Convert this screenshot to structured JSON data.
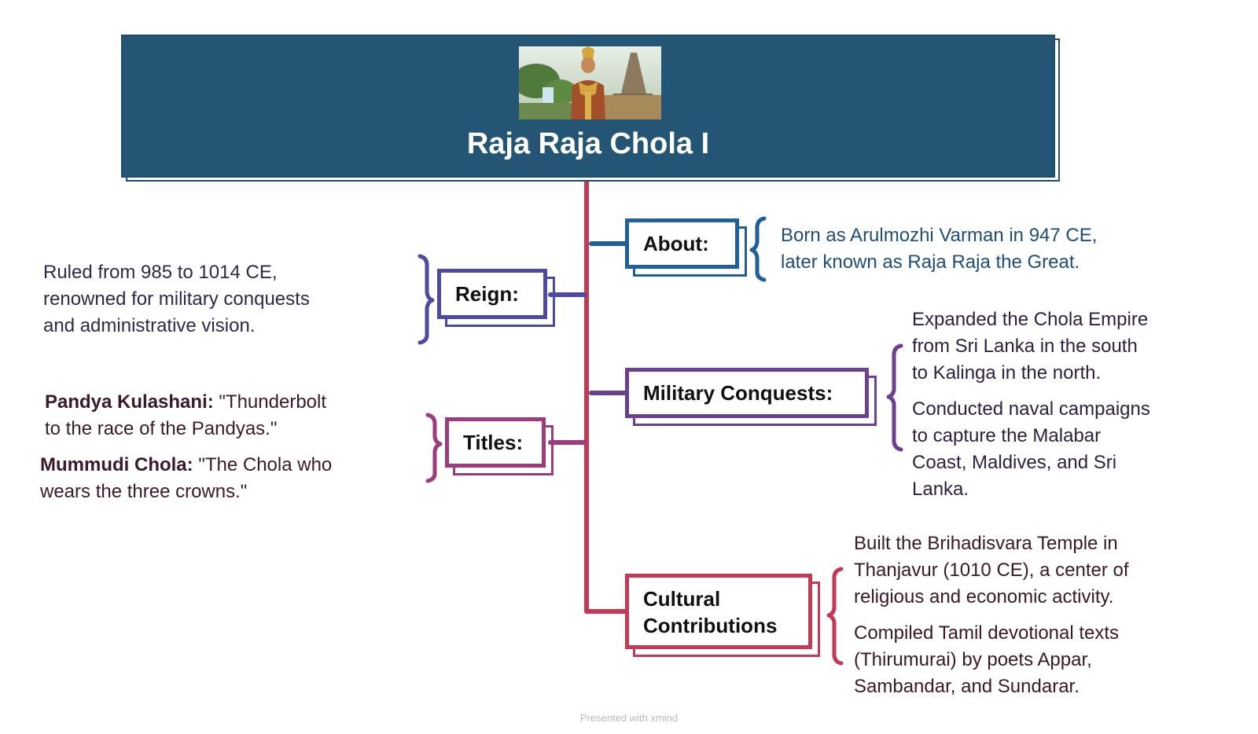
{
  "title": "Raja Raja Chola I",
  "colors": {
    "banner": "#245574",
    "trunk": "#c23a55",
    "about": "#1f5f9a",
    "reign": "#4d4aa0",
    "military": "#6c3f8f",
    "titles": "#9c3c7d",
    "cultural": "#c23a55"
  },
  "topics": {
    "about": {
      "label": "About:",
      "lines": [
        "Born as Arulmozhi Varman in 947 CE,",
        "later known as Raja Raja the Great."
      ]
    },
    "reign": {
      "label": "Reign:",
      "lines": [
        "Ruled from 985 to 1014 CE,",
        "renowned for military conquests",
        "and administrative vision."
      ]
    },
    "titles": {
      "label": "Titles:",
      "items": [
        {
          "name": "Pandya Kulashani:",
          "text_1": "\"Thunderbolt",
          "text_2": "to the race of the Pandyas.\""
        },
        {
          "name": "Mummudi Chola:",
          "text_1": "\"The Chola who",
          "text_2": "wears the three crowns.\""
        }
      ]
    },
    "military": {
      "label": "Military Conquests:",
      "para_1": [
        "Expanded the Chola Empire",
        "from Sri Lanka in the south",
        "to Kalinga in the north."
      ],
      "para_2": [
        "Conducted naval campaigns",
        "to capture the Malabar",
        "Coast, Maldives, and Sri",
        "Lanka."
      ]
    },
    "cultural": {
      "label_1": "Cultural",
      "label_2": "Contributions",
      "para_1": [
        "Built the Brihadisvara Temple in",
        "Thanjavur (1010 CE), a center of",
        "religious and economic activity."
      ],
      "para_2": [
        "Compiled Tamil devotional texts",
        "(Thirumurai) by poets Appar,",
        "Sambandar, and Sundarar."
      ]
    }
  },
  "watermark": "Presented with xmind"
}
